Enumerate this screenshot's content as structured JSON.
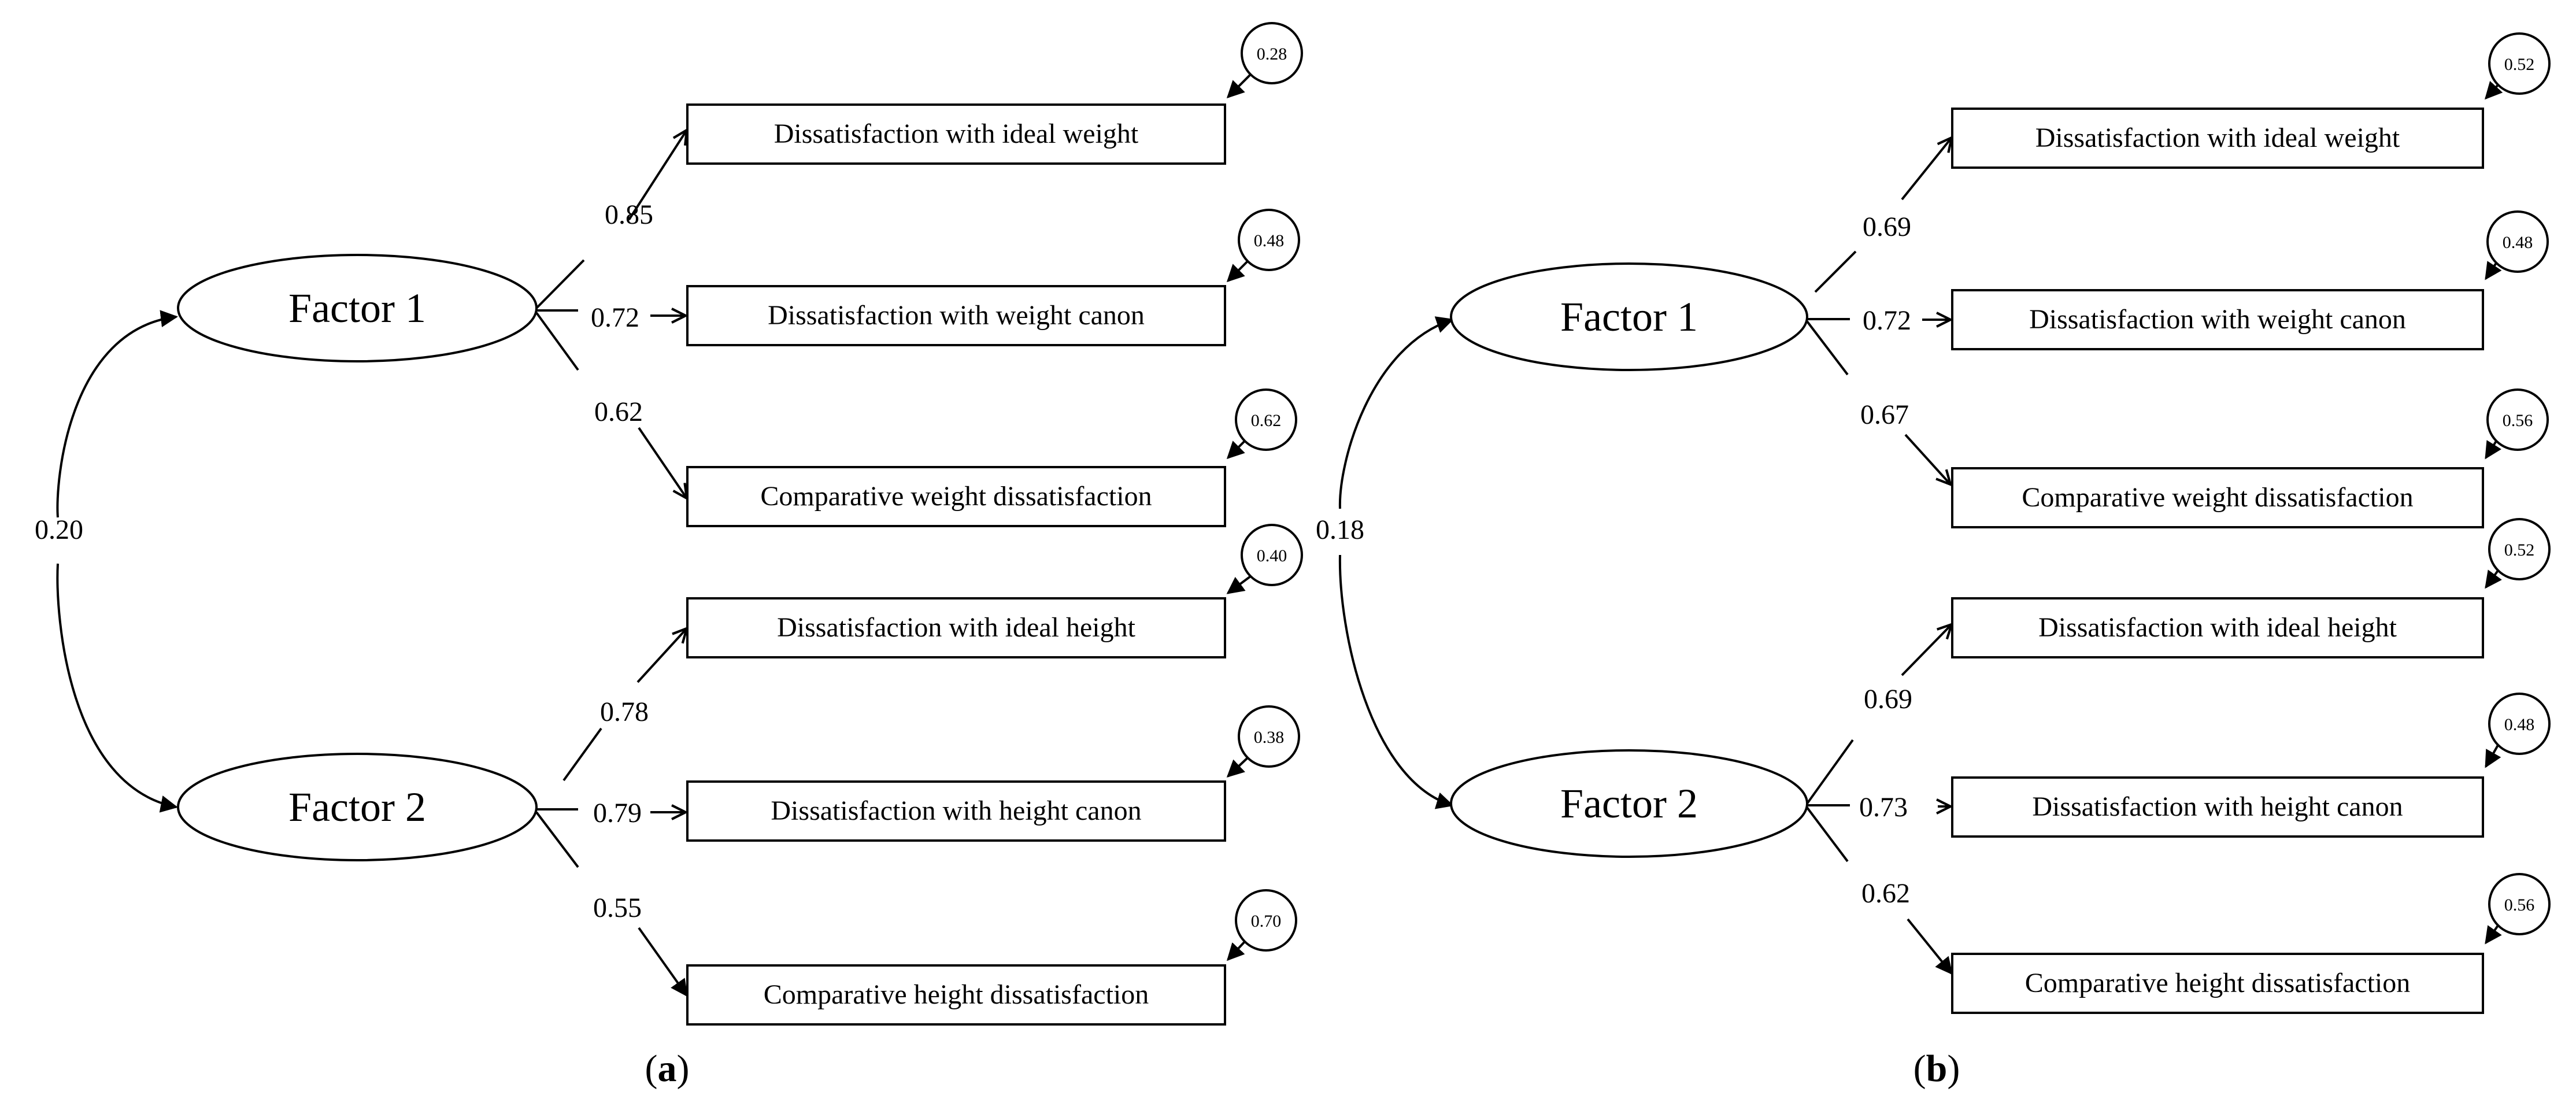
{
  "panels": [
    {
      "caption_open": "(",
      "caption_letter": "a",
      "caption_close": ")",
      "covariance": "0.20",
      "factors": [
        {
          "label": "Factor 1",
          "indicators": [
            {
              "label": "Dissatisfaction with ideal weight",
              "loading": "0.85",
              "error": "0.28"
            },
            {
              "label": "Dissatisfaction with weight canon",
              "loading": "0.72",
              "error": "0.48"
            },
            {
              "label": "Comparative weight dissatisfaction",
              "loading": "0.62",
              "error": "0.62"
            }
          ]
        },
        {
          "label": "Factor 2",
          "indicators": [
            {
              "label": "Dissatisfaction with ideal height",
              "loading": "0.78",
              "error": "0.40"
            },
            {
              "label": "Dissatisfaction with height canon",
              "loading": "0.79",
              "error": "0.38"
            },
            {
              "label": "Comparative height dissatisfaction",
              "loading": "0.55",
              "error": "0.70"
            }
          ]
        }
      ]
    },
    {
      "caption_open": "(",
      "caption_letter": "b",
      "caption_close": ")",
      "covariance": "0.18",
      "factors": [
        {
          "label": "Factor 1",
          "indicators": [
            {
              "label": "Dissatisfaction with ideal weight",
              "loading": "0.69",
              "error": "0.52"
            },
            {
              "label": "Dissatisfaction with weight canon",
              "loading": "0.72",
              "error": "0.48"
            },
            {
              "label": "Comparative weight dissatisfaction",
              "loading": "0.67",
              "error": "0.56"
            }
          ]
        },
        {
          "label": "Factor 2",
          "indicators": [
            {
              "label": "Dissatisfaction with ideal height",
              "loading": "0.69",
              "error": "0.52"
            },
            {
              "label": "Dissatisfaction with height canon",
              "loading": "0.73",
              "error": "0.48"
            },
            {
              "label": "Comparative height dissatisfaction",
              "loading": "0.62",
              "error": "0.56"
            }
          ]
        }
      ]
    }
  ]
}
